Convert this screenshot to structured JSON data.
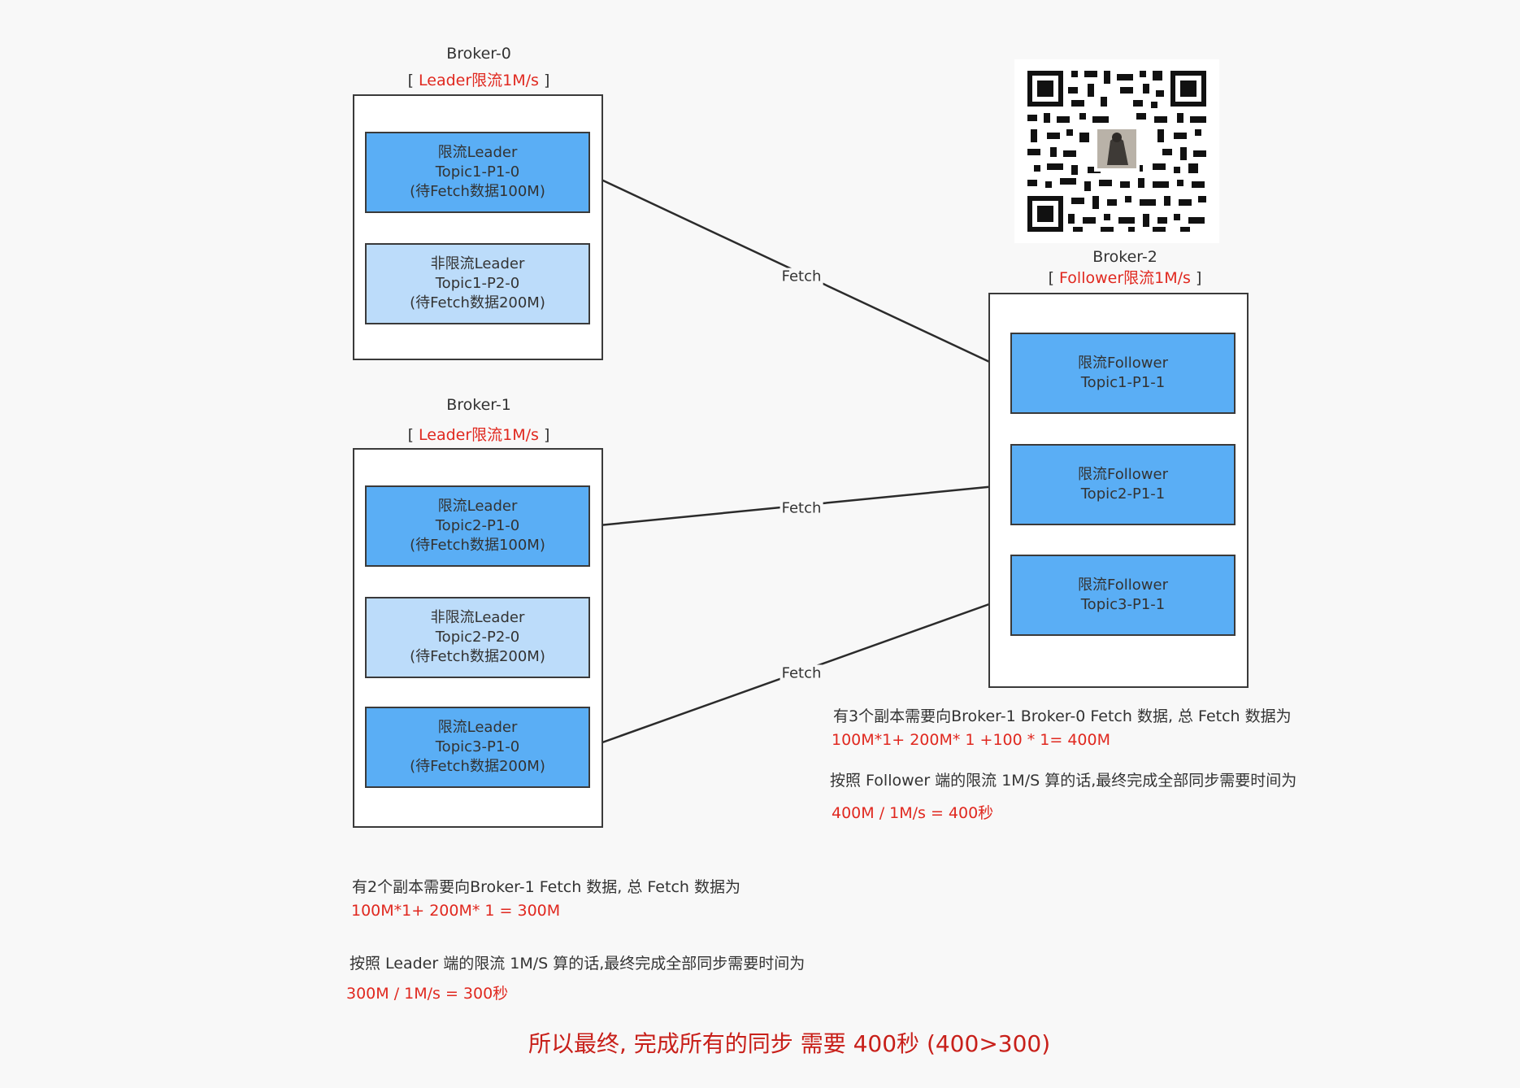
{
  "brokers": {
    "b0": {
      "title": "Broker-0",
      "bracket_open": "[ ",
      "tag": "Leader限流1M/s",
      "bracket_close": " ]",
      "partitions": [
        {
          "line1": "限流Leader",
          "line2": "Topic1-P1-0",
          "line3": "(待Fetch数据100M)",
          "style": "dark"
        },
        {
          "line1": "非限流Leader",
          "line2": "Topic1-P2-0",
          "line3": "(待Fetch数据200M)",
          "style": "light"
        }
      ]
    },
    "b1": {
      "title": "Broker-1",
      "bracket_open": "[ ",
      "tag": "Leader限流1M/s",
      "bracket_close": " ]",
      "partitions": [
        {
          "line1": "限流Leader",
          "line2": "Topic2-P1-0",
          "line3": "(待Fetch数据100M)",
          "style": "dark"
        },
        {
          "line1": "非限流Leader",
          "line2": "Topic2-P2-0",
          "line3": "(待Fetch数据200M)",
          "style": "light"
        },
        {
          "line1": "限流Leader",
          "line2": "Topic3-P1-0",
          "line3": "(待Fetch数据200M)",
          "style": "dark"
        }
      ]
    },
    "b2": {
      "title": "Broker-2",
      "bracket_open": "[ ",
      "tag": "Follower限流1M/s",
      "bracket_close": " ]",
      "partitions": [
        {
          "line1": "限流Follower",
          "line2": "Topic1-P1-1"
        },
        {
          "line1": "限流Follower",
          "line2": "Topic2-P1-1"
        },
        {
          "line1": "限流Follower",
          "line2": "Topic3-P1-1"
        }
      ]
    }
  },
  "edges": [
    {
      "label": "Fetch",
      "from": "Topic1-P1-1",
      "to": "Topic1-P1-0"
    },
    {
      "label": "Fetch",
      "from": "Topic2-P1-1",
      "to": "Topic2-P1-0"
    },
    {
      "label": "Fetch",
      "from": "Topic3-P1-1",
      "to": "Topic3-P1-0"
    }
  ],
  "notes": {
    "right_1": "有3个副本需要向Broker-1 Broker-0 Fetch 数据, 总 Fetch 数据为",
    "right_2": "100M*1+ 200M* 1 +100 * 1= 400M",
    "right_3": "按照 Follower 端的限流 1M/S 算的话,最终完成全部同步需要时间为",
    "right_4": "400M / 1M/s = 400秒",
    "left_1": "有2个副本需要向Broker-1 Fetch 数据, 总 Fetch 数据为",
    "left_2": "100M*1+ 200M* 1 = 300M",
    "left_3": "按照 Leader 端的限流 1M/S 算的话,最终完成全部同步需要时间为",
    "left_4": "300M / 1M/s = 300秒",
    "conclusion": "所以最终, 完成所有的同步 需要 400秒 (400>300)"
  },
  "colors": {
    "accent_red": "#e0281f",
    "conclusion_red": "#c8201a",
    "partition_dark": "#5aaef5",
    "partition_light": "#bcdcfa"
  },
  "icons": {
    "qr": "qr-code-icon"
  }
}
